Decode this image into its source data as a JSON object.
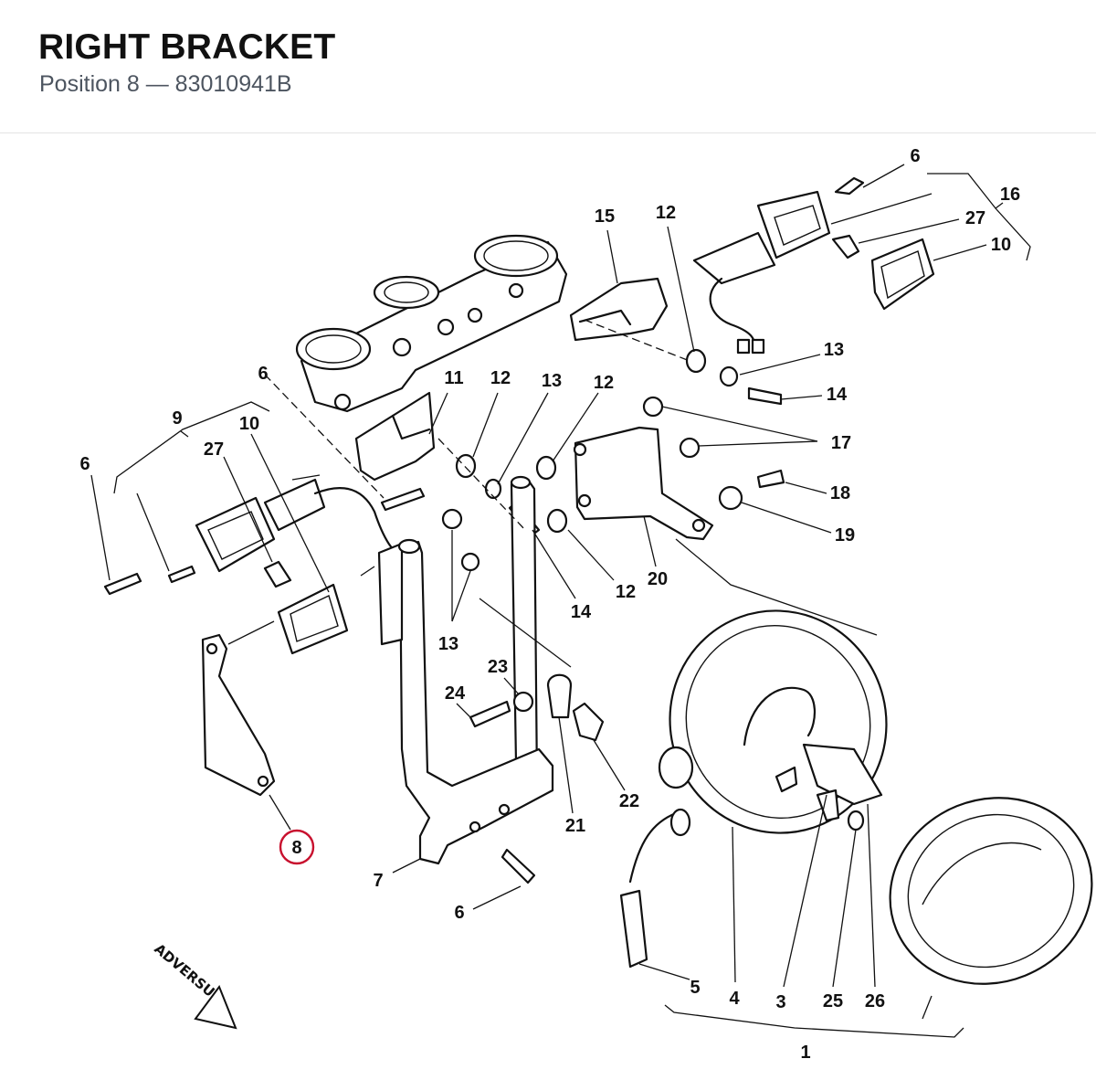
{
  "header": {
    "title": "RIGHT BRACKET",
    "subtitle": "Position 8 — 83010941B"
  },
  "diagram": {
    "highlight_color": "#c8102e",
    "callouts": [
      "6",
      "16",
      "27",
      "10",
      "15",
      "12",
      "13",
      "14",
      "11",
      "12",
      "13",
      "12",
      "17",
      "9",
      "10",
      "6",
      "27",
      "6",
      "18",
      "19",
      "20",
      "12",
      "14",
      "13",
      "23",
      "24",
      "21",
      "22",
      "8",
      "7",
      "6",
      "5",
      "4",
      "3",
      "25",
      "26",
      "1"
    ],
    "highlighted": "8",
    "logo_text": "ADVERSUS"
  }
}
